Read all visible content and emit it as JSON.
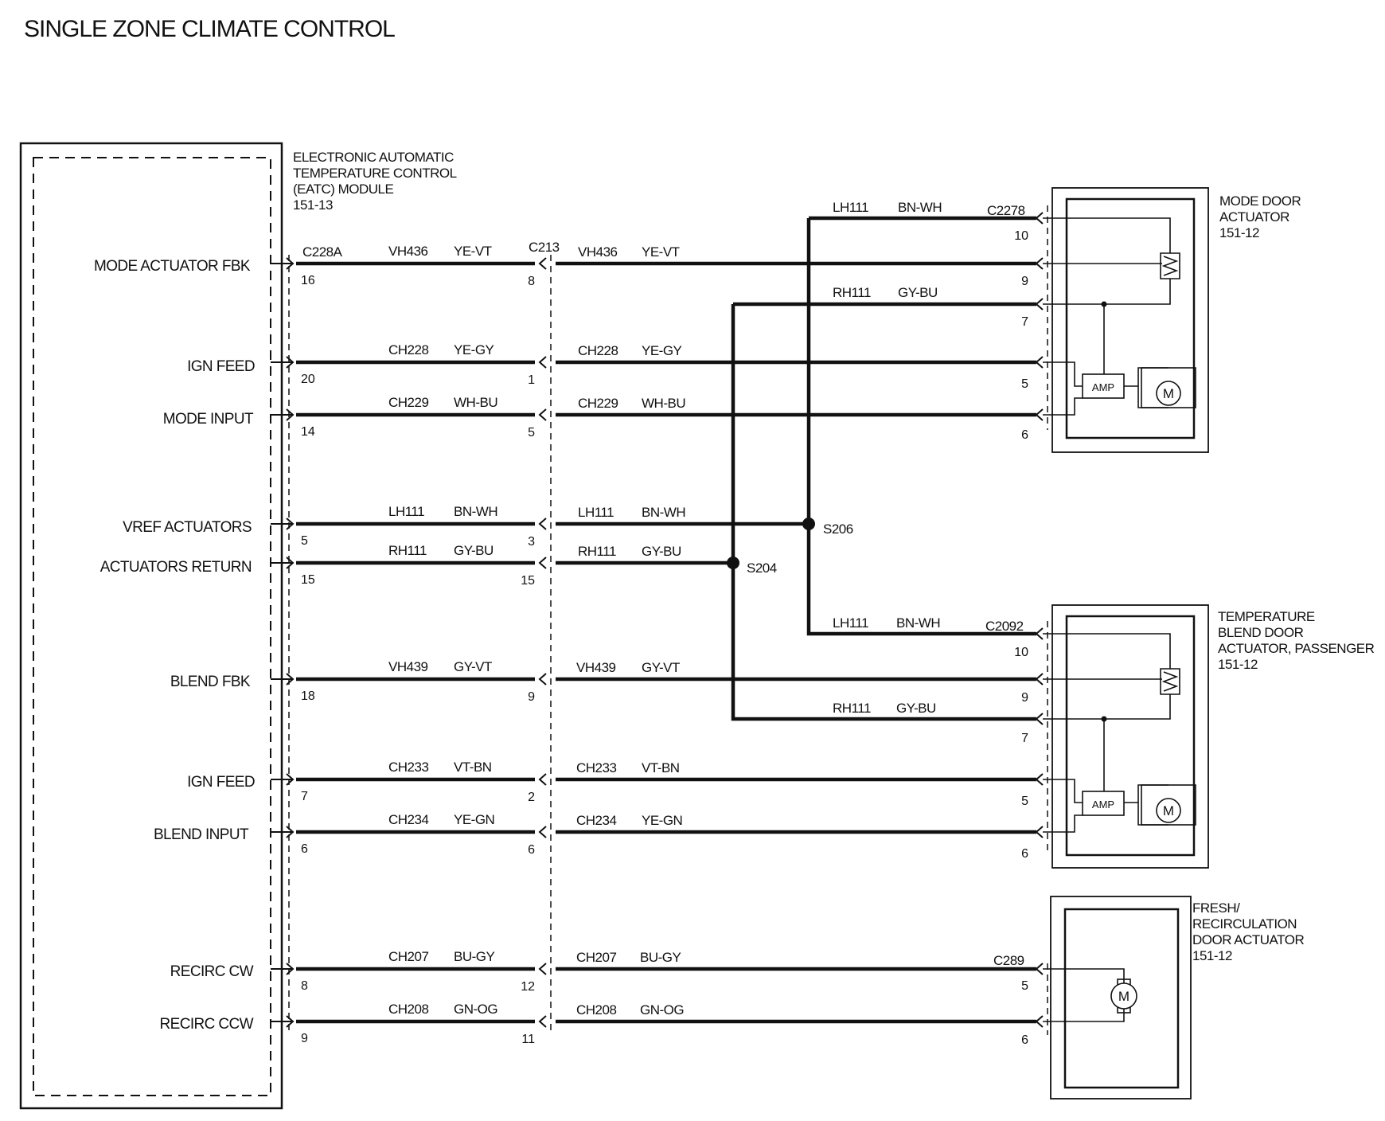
{
  "title": "SINGLE ZONE CLIMATE CONTROL",
  "module": {
    "name_lines": [
      "ELECTRONIC AUTOMATIC",
      "TEMPERATURE CONTROL",
      "(EATC) MODULE",
      "151-13"
    ],
    "connector": "C228A",
    "signals": [
      {
        "name": "MODE ACTUATOR FBK",
        "pin": "16"
      },
      {
        "name": "IGN FEED",
        "pin": "20"
      },
      {
        "name": "MODE INPUT",
        "pin": "14"
      },
      {
        "name": "VREF ACTUATORS",
        "pin": "5"
      },
      {
        "name": "ACTUATORS RETURN",
        "pin": "15"
      },
      {
        "name": "BLEND FBK",
        "pin": "18"
      },
      {
        "name": "IGN FEED",
        "pin": "7"
      },
      {
        "name": "BLEND INPUT",
        "pin": "6"
      },
      {
        "name": "RECIRC CW",
        "pin": "8"
      },
      {
        "name": "RECIRC CCW",
        "pin": "9"
      }
    ]
  },
  "inline_connector": {
    "name": "C213",
    "pins": [
      "8",
      "1",
      "5",
      "3",
      "15",
      "9",
      "2",
      "6",
      "12",
      "11"
    ]
  },
  "wires": [
    {
      "circuit": "VH436",
      "color": "YE-VT"
    },
    {
      "circuit": "CH228",
      "color": "YE-GY"
    },
    {
      "circuit": "CH229",
      "color": "WH-BU"
    },
    {
      "circuit": "LH111",
      "color": "BN-WH"
    },
    {
      "circuit": "RH111",
      "color": "GY-BU"
    },
    {
      "circuit": "VH439",
      "color": "GY-VT"
    },
    {
      "circuit": "CH233",
      "color": "VT-BN"
    },
    {
      "circuit": "CH234",
      "color": "YE-GN"
    },
    {
      "circuit": "CH207",
      "color": "BU-GY"
    },
    {
      "circuit": "CH208",
      "color": "GN-OG"
    }
  ],
  "splices": {
    "s206": "S206",
    "s204": "S204"
  },
  "actuators": [
    {
      "name_lines": [
        "MODE DOOR",
        "ACTUATOR",
        "151-12"
      ],
      "connector": "C2278",
      "pins": [
        "10",
        "9",
        "7",
        "5",
        "6"
      ],
      "lh_circuit": "LH111",
      "lh_color": "BN-WH",
      "rh_circuit": "RH111",
      "rh_color": "GY-BU",
      "amp": "AMP",
      "motor": "M"
    },
    {
      "name_lines": [
        "TEMPERATURE",
        "BLEND DOOR",
        "ACTUATOR, PASSENGER",
        "151-12"
      ],
      "connector": "C2092",
      "pins": [
        "10",
        "9",
        "7",
        "5",
        "6"
      ],
      "lh_circuit": "LH111",
      "lh_color": "BN-WH",
      "rh_circuit": "RH111",
      "rh_color": "GY-BU",
      "amp": "AMP",
      "motor": "M"
    },
    {
      "name_lines": [
        "FRESH/",
        "RECIRCULATION",
        "DOOR ACTUATOR",
        "151-12"
      ],
      "connector": "C289",
      "pins": [
        "5",
        "6"
      ],
      "motor": "M"
    }
  ]
}
